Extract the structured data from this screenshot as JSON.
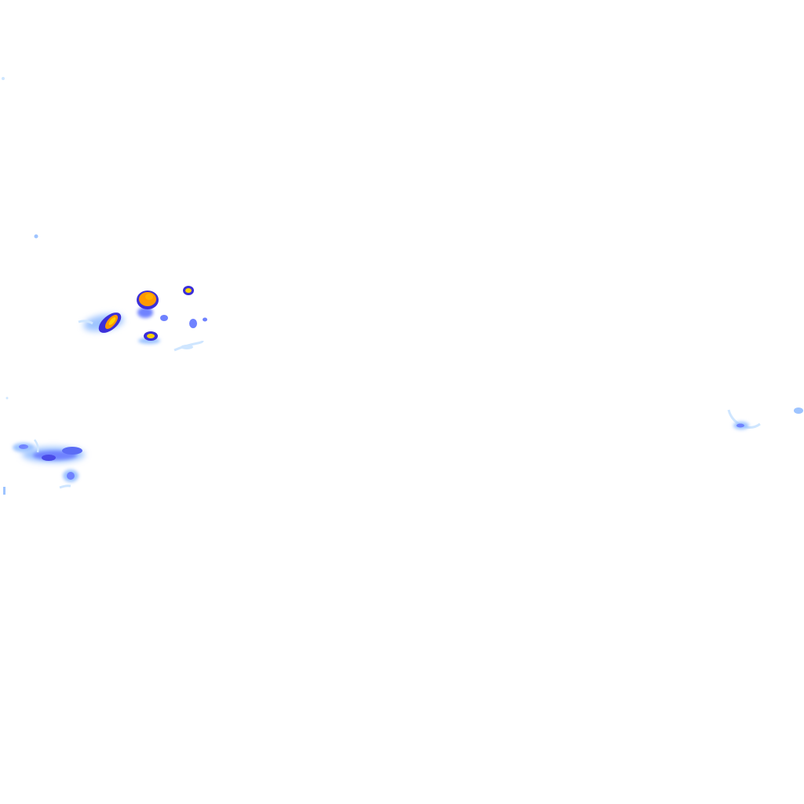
{
  "map": {
    "kind": "radar precipitation overlay tile",
    "background_color": "#ffffff",
    "text_labels": []
  },
  "legend_colors": {
    "very_light": "#cfe6ff",
    "light": "#9ec4ff",
    "moderate": "#6f82ff",
    "heavy": "#3b2fd9",
    "core_orange": "#ff9a00",
    "core_yellow": "#ffd400"
  },
  "precipitation_cells": [
    {
      "name": "storm-cell-west-elongated",
      "intensity": "heavy-core"
    },
    {
      "name": "storm-cell-north-large",
      "intensity": "heavy-core"
    },
    {
      "name": "storm-cell-small-north-east",
      "intensity": "moderate-core"
    },
    {
      "name": "storm-cell-south-small",
      "intensity": "moderate-core"
    },
    {
      "name": "rain-band-west-coast",
      "intensity": "light-moderate"
    },
    {
      "name": "rain-patch-east-edge",
      "intensity": "light"
    }
  ]
}
